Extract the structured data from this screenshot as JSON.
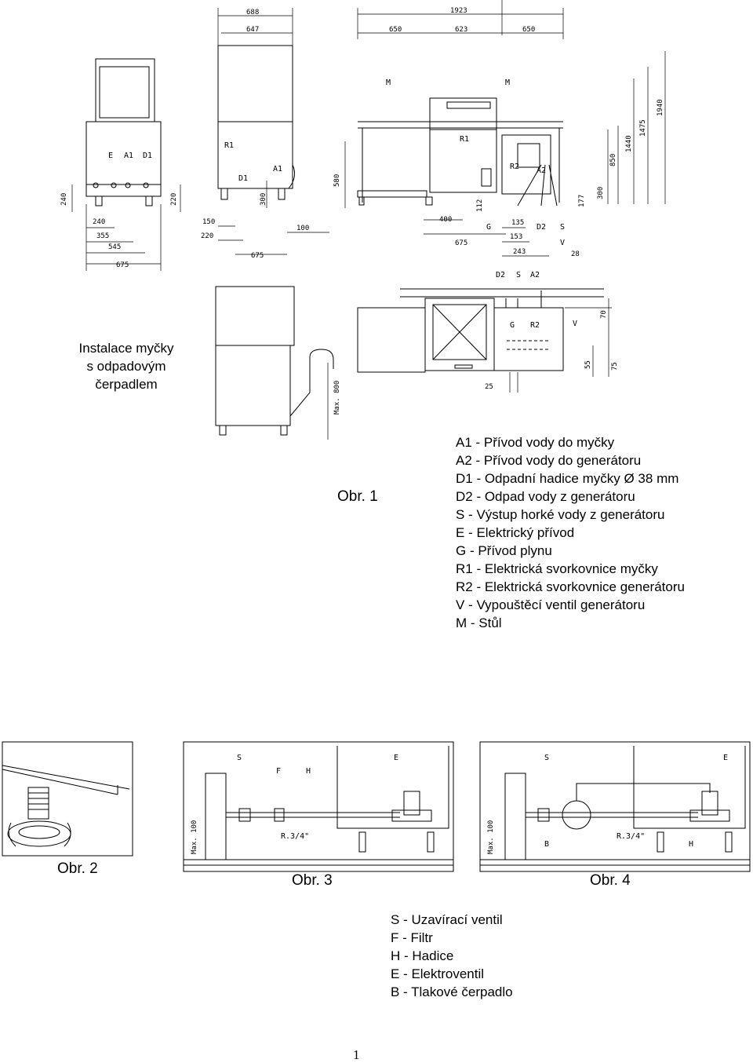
{
  "title": {
    "line1": "Instalace myčky",
    "line2": "s odpadovým",
    "line3": "čerpadlem"
  },
  "figures": {
    "obr1": "Obr. 1",
    "obr2": "Obr. 2",
    "obr3": "Obr. 3",
    "obr4": "Obr. 4"
  },
  "legend_main": [
    "A1 - Přívod vody do myčky",
    "A2 - Přívod vody do generátoru",
    "D1 - Odpadní hadice myčky Ø 38 mm",
    "D2 - Odpad vody z generátoru",
    "S - Výstup horké vody z generátoru",
    "E - Elektrický přívod",
    "G - Přívod plynu",
    "R1 - Elektrická svorkovnice myčky",
    "R2 - Elektrická svorkovnice generátoru",
    "V - Vypouštěcí ventil generátoru",
    "M - Stůl"
  ],
  "legend_bottom": [
    "S - Uzavírací ventil",
    "F - Filtr",
    "H - Hadice",
    "E - Elektroventil",
    "B - Tlakové čerpadlo"
  ],
  "page_number": "1",
  "drawing_labels": {
    "top_dims": [
      "688",
      "647",
      "1923",
      "650",
      "623",
      "650"
    ],
    "heights": [
      "240",
      "220",
      "580",
      "300",
      "112",
      "177",
      "300",
      "850",
      "1440",
      "1475",
      "1940"
    ],
    "front_dims": [
      "240",
      "355",
      "545",
      "675"
    ],
    "side_dims": [
      "150",
      "220",
      "675",
      "100"
    ],
    "table_dims": [
      "400",
      "675",
      "135",
      "153",
      "243",
      "28"
    ],
    "markers": [
      "E",
      "A1",
      "D1",
      "R1",
      "D1",
      "A1",
      "M",
      "M",
      "R1",
      "R2",
      "A2",
      "G",
      "D2",
      "S",
      "V"
    ],
    "plan_labels": [
      "D2",
      "S",
      "A2",
      "G",
      "R2",
      "V",
      "70",
      "55",
      "75",
      "25"
    ],
    "max800": "Max. 800",
    "fig3_labels": [
      "S",
      "F",
      "H",
      "E",
      "Max. 100",
      "R.3/4\""
    ],
    "fig4_labels": [
      "S",
      "E",
      "B",
      "H",
      "Max. 100",
      "R.3/4\""
    ]
  }
}
